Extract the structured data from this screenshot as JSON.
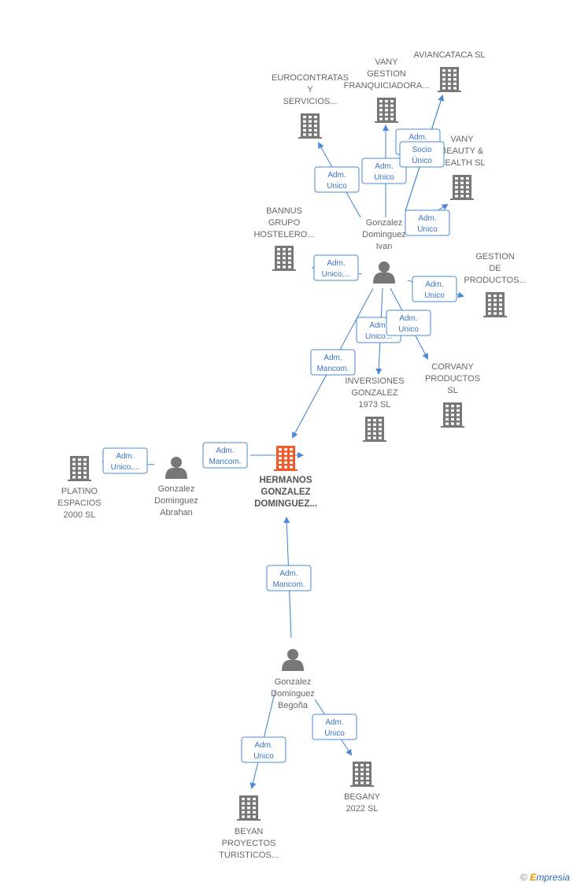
{
  "nodes": [
    {
      "id": "hermanos",
      "type": "company",
      "main": true,
      "label": [
        "HERMANOS",
        "GONZALEZ",
        "DOMINGUEZ..."
      ]
    },
    {
      "id": "ivan",
      "type": "person",
      "label": [
        "Gonzalez",
        "Dominguez",
        "Ivan"
      ]
    },
    {
      "id": "abrahan",
      "type": "person",
      "label": [
        "Gonzalez",
        "Dominguez",
        "Abrahan"
      ]
    },
    {
      "id": "begona",
      "type": "person",
      "label": [
        "Gonzalez",
        "Dominguez",
        "Begoña"
      ]
    },
    {
      "id": "eurocontratas",
      "type": "company",
      "label": [
        "EUROCONTRATAS",
        "Y",
        "SERVICIOS..."
      ]
    },
    {
      "id": "vanygestion",
      "type": "company",
      "label": [
        "VANY",
        "GESTION",
        "FRANQUICIADORA..."
      ]
    },
    {
      "id": "aviancataca",
      "type": "company",
      "label": [
        "AVIANCATACA SL"
      ]
    },
    {
      "id": "vanybeauty",
      "type": "company",
      "label": [
        "VANY",
        "BEAUTY &",
        "HEALTH  SL"
      ]
    },
    {
      "id": "bannus",
      "type": "company",
      "label": [
        "BANNUS",
        "GRUPO",
        "HOSTELERO..."
      ]
    },
    {
      "id": "gestionproductos",
      "type": "company",
      "label": [
        "GESTION",
        "DE",
        "PRODUCTOS..."
      ]
    },
    {
      "id": "inversiones",
      "type": "company",
      "label": [
        "INVERSIONES",
        "GONZALEZ",
        "1973  SL"
      ]
    },
    {
      "id": "corvany",
      "type": "company",
      "label": [
        "CORVANY",
        "PRODUCTOS",
        "SL"
      ]
    },
    {
      "id": "platino",
      "type": "company",
      "label": [
        "PLATINO",
        "ESPACIOS",
        "2000  SL"
      ]
    },
    {
      "id": "beyan",
      "type": "company",
      "label": [
        "BEYAN",
        "PROYECTOS",
        "TURISTICOS..."
      ]
    },
    {
      "id": "begany",
      "type": "company",
      "label": [
        "BEGANY",
        "2022  SL"
      ]
    }
  ],
  "edges": [
    {
      "from": "ivan",
      "to": "eurocontratas",
      "badge": [
        "Adm.",
        "Unico"
      ]
    },
    {
      "from": "ivan",
      "to": "vanygestion",
      "badge": [
        "Adm.",
        "Unico"
      ]
    },
    {
      "from": "ivan",
      "to": "aviancataca",
      "badge": [
        "Adm.",
        "Unico"
      ]
    },
    {
      "from": "ivan",
      "to": "aviancataca",
      "badge": [
        "Socio",
        "Único"
      ]
    },
    {
      "from": "ivan",
      "to": "vanybeauty",
      "badge": [
        "Adm.",
        "Unico"
      ]
    },
    {
      "from": "ivan",
      "to": "bannus",
      "badge": [
        "Adm.",
        "Unico,..."
      ]
    },
    {
      "from": "ivan",
      "to": "gestionproductos",
      "badge": [
        "Adm.",
        "Unico"
      ]
    },
    {
      "from": "ivan",
      "to": "inversiones",
      "badge": [
        "Adm.",
        "Unico..."
      ]
    },
    {
      "from": "ivan",
      "to": "corvany",
      "badge": [
        "Adm.",
        "Unico"
      ]
    },
    {
      "from": "ivan",
      "to": "hermanos",
      "badge": [
        "Adm.",
        "Mancom."
      ]
    },
    {
      "from": "abrahan",
      "to": "hermanos",
      "badge": [
        "Adm.",
        "Mancom."
      ]
    },
    {
      "from": "abrahan",
      "to": "platino",
      "badge": [
        "Adm.",
        "Unico,..."
      ]
    },
    {
      "from": "begona",
      "to": "hermanos",
      "badge": [
        "Adm.",
        "Mancom."
      ]
    },
    {
      "from": "begona",
      "to": "beyan",
      "badge": [
        "Adm.",
        "Unico"
      ]
    },
    {
      "from": "begona",
      "to": "begany",
      "badge": [
        "Adm.",
        "Unico"
      ]
    }
  ],
  "colors": {
    "edge": "#4a8ad4",
    "badge_text": "#3a74c2",
    "company_icon": "#777777",
    "main_icon": "#f05a28",
    "person_icon": "#777777"
  },
  "watermark": {
    "copyright": "©",
    "brand_first": "E",
    "brand_rest": "mpresia"
  }
}
